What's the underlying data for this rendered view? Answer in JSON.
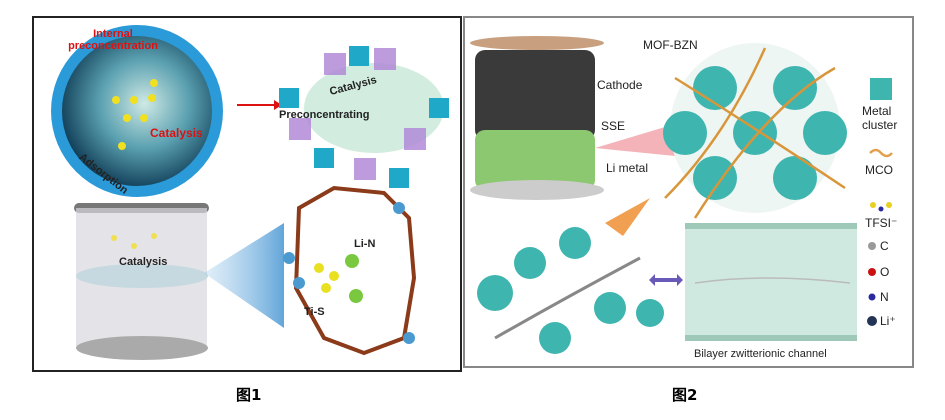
{
  "figure1": {
    "caption": "图1",
    "labels": {
      "internal_preconcentration": "Internal preconcentration",
      "catalysis_sphere": "Catalysis",
      "adsorption": "Adsorption",
      "preconcentrating": "Preconcentrating",
      "catalysis_framework": "Catalysis",
      "catalysis_cell": "Catalysis",
      "li_n": "Li-N",
      "ti_s": "Ti-S"
    }
  },
  "figure2": {
    "caption": "图2",
    "labels": {
      "mof_bzn": "MOF-BZN",
      "cathode": "Cathode",
      "sse": "SSE",
      "li_metal": "Li metal",
      "channel": "Bilayer zwitterionic channel"
    },
    "legend": [
      "Metal cluster",
      "MCO",
      "TFSI⁻",
      "C",
      "O",
      "N",
      "Li⁺"
    ],
    "legend_colors": [
      "#3fb5b0",
      "#e0a050",
      "#e8d020",
      "#999999",
      "#cc1111",
      "#2a2aa0",
      "#223355"
    ]
  }
}
